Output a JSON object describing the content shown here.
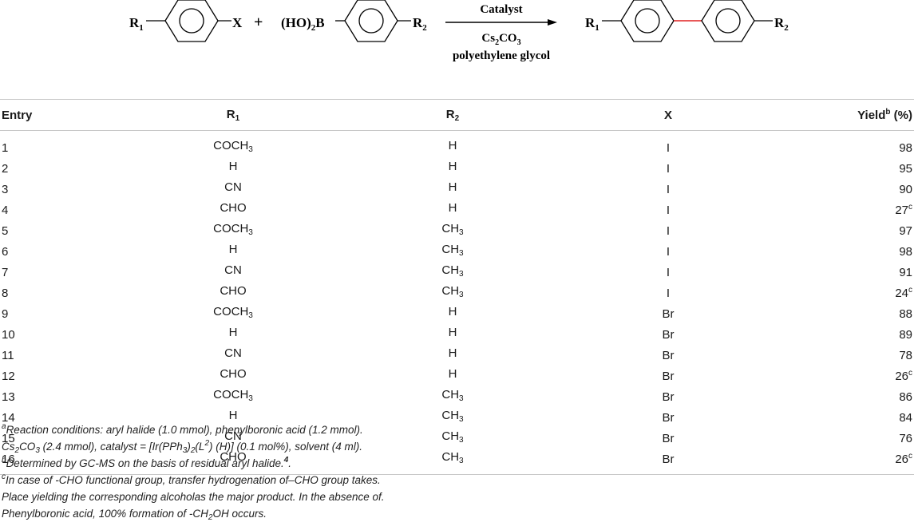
{
  "scheme": {
    "r1_left": "R",
    "r1_left_sub": "1",
    "x_label": "X",
    "plus": "+",
    "boronic_prefix": "(HO)",
    "boronic_sub": "2",
    "boronic_b": "B",
    "r2_label": "R",
    "r2_sub": "2",
    "arrow_top": "Catalyst",
    "arrow_bottom_line1_a": "Cs",
    "arrow_bottom_line1_sub1": "2",
    "arrow_bottom_line1_b": "CO",
    "arrow_bottom_line1_sub2": "3",
    "arrow_bottom_line2": "polyethylene glycol",
    "product_r1": "R",
    "product_r1_sub": "1",
    "product_r2": "R",
    "product_r2_sub": "2",
    "bond_color": "#e02020"
  },
  "table": {
    "headers": {
      "entry": "Entry",
      "r1": "R",
      "r1_sub": "1",
      "r2": "R",
      "r2_sub": "2",
      "x": "X",
      "yield": "Yield",
      "yield_sup": "b",
      "yield_unit": "(%)"
    },
    "rows": [
      {
        "entry": "1",
        "r1": "COCH",
        "r1_sub": "3",
        "r2": "H",
        "r2_sub": "",
        "x": "I",
        "yield": "98",
        "yield_sup": ""
      },
      {
        "entry": "2",
        "r1": "H",
        "r1_sub": "",
        "r2": "H",
        "r2_sub": "",
        "x": "I",
        "yield": "95",
        "yield_sup": ""
      },
      {
        "entry": "3",
        "r1": "CN",
        "r1_sub": "",
        "r2": "H",
        "r2_sub": "",
        "x": "I",
        "yield": "90",
        "yield_sup": ""
      },
      {
        "entry": "4",
        "r1": "CHO",
        "r1_sub": "",
        "r2": "H",
        "r2_sub": "",
        "x": "I",
        "yield": "27",
        "yield_sup": "c"
      },
      {
        "entry": "5",
        "r1": "COCH",
        "r1_sub": "3",
        "r2": "CH",
        "r2_sub": "3",
        "x": "I",
        "yield": "97",
        "yield_sup": ""
      },
      {
        "entry": "6",
        "r1": "H",
        "r1_sub": "",
        "r2": "CH",
        "r2_sub": "3",
        "x": "I",
        "yield": "98",
        "yield_sup": ""
      },
      {
        "entry": "7",
        "r1": "CN",
        "r1_sub": "",
        "r2": "CH",
        "r2_sub": "3",
        "x": "I",
        "yield": "91",
        "yield_sup": ""
      },
      {
        "entry": "8",
        "r1": "CHO",
        "r1_sub": "",
        "r2": "CH",
        "r2_sub": "3",
        "x": "I",
        "yield": "24",
        "yield_sup": "c"
      },
      {
        "entry": "9",
        "r1": "COCH",
        "r1_sub": "3",
        "r2": "H",
        "r2_sub": "",
        "x": "Br",
        "yield": "88",
        "yield_sup": ""
      },
      {
        "entry": "10",
        "r1": "H",
        "r1_sub": "",
        "r2": "H",
        "r2_sub": "",
        "x": "Br",
        "yield": "89",
        "yield_sup": ""
      },
      {
        "entry": "11",
        "r1": "CN",
        "r1_sub": "",
        "r2": "H",
        "r2_sub": "",
        "x": "Br",
        "yield": "78",
        "yield_sup": ""
      },
      {
        "entry": "12",
        "r1": "CHO",
        "r1_sub": "",
        "r2": "H",
        "r2_sub": "",
        "x": "Br",
        "yield": "26",
        "yield_sup": "c"
      },
      {
        "entry": "13",
        "r1": "COCH",
        "r1_sub": "3",
        "r2": "CH",
        "r2_sub": "3",
        "x": "Br",
        "yield": "86",
        "yield_sup": ""
      },
      {
        "entry": "14",
        "r1": "H",
        "r1_sub": "",
        "r2": "CH",
        "r2_sub": "3",
        "x": "Br",
        "yield": "84",
        "yield_sup": ""
      },
      {
        "entry": "15",
        "r1": "CN",
        "r1_sub": "",
        "r2": "CH",
        "r2_sub": "3",
        "x": "Br",
        "yield": "76",
        "yield_sup": ""
      },
      {
        "entry": "16",
        "r1": "CHO",
        "r1_sub": "",
        "r2": "CH",
        "r2_sub": "3",
        "x": "Br",
        "yield": "26",
        "yield_sup": "c"
      }
    ]
  },
  "footnotes": {
    "a_mark": "a",
    "a_text": "Reaction conditions: aryl halide (1.0 mmol), phenylboronic acid (1.2 mmol).",
    "line2_a": "Cs",
    "line2_sub1": "2",
    "line2_b": "CO",
    "line2_sub2": "3",
    "line2_c": " (2.4 mmol), catalyst = [Ir(PPh",
    "line2_sub3": "3",
    "line2_d": ")",
    "line2_sub4": "2",
    "line2_e": "(L",
    "line2_sup1": "2",
    "line2_f": ") (H)] (0.1 mol%), solvent (4 ml).",
    "b_mark": "b",
    "b_text": "Determined by GC-MS on the basis of residual aryl halide.",
    "b_ref": "4",
    "b_end": ".",
    "c_mark": "c",
    "c_text": "In case of -CHO functional group, transfer hydrogenation of–CHO group takes.",
    "line5": "Place yielding the corresponding alcoholas the major product. In the absence of.",
    "line6_a": "Phenylboronic acid, 100% formation of -CH",
    "line6_sub": "2",
    "line6_b": "OH occurs."
  }
}
